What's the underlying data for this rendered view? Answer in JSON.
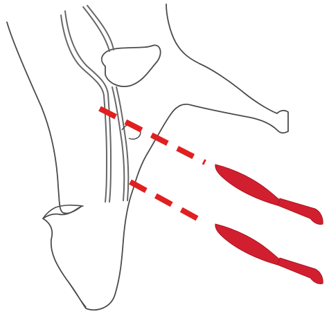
{
  "image": {
    "background_color": "#ffffff",
    "outline_color": "#4a4a4a",
    "vessel_color": "#666666",
    "cut_line_color": "#e02020",
    "knife_color": "#d21f2f",
    "knife_edge_color": "#a9141f"
  },
  "cut_lines": [
    {
      "name": "upper-cut-line"
    },
    {
      "name": "lower-cut-line"
    }
  ],
  "knives": [
    {
      "name": "upper-knife"
    },
    {
      "name": "lower-knife"
    }
  ]
}
